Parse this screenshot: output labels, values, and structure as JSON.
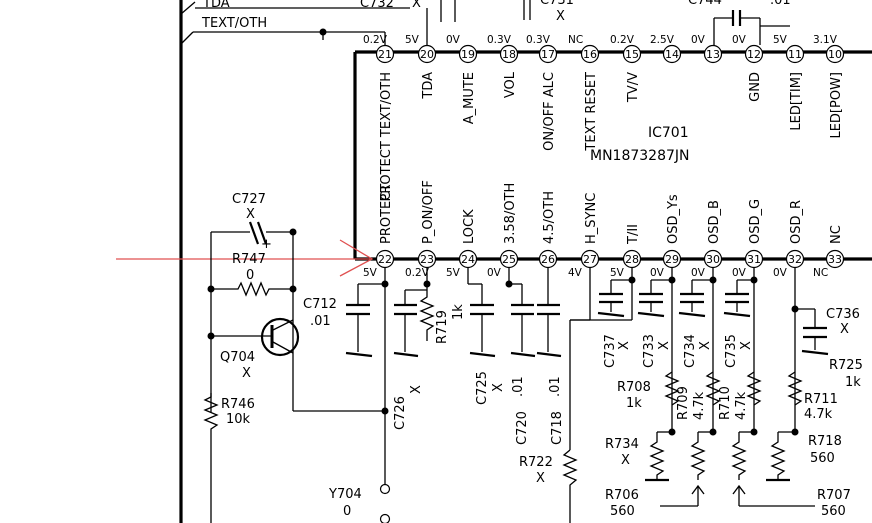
{
  "ic": {
    "name": "IC701",
    "part": "MN1873287JN",
    "top_pins": [
      {
        "num": "21",
        "volt": "0.2V",
        "label": "PROTECT TEXT/OTH"
      },
      {
        "num": "20",
        "volt": "5V",
        "label": "TDA"
      },
      {
        "num": "19",
        "volt": "0V",
        "label": "A_MUTE"
      },
      {
        "num": "18",
        "volt": "0.3V",
        "label": "VOL"
      },
      {
        "num": "17",
        "volt": "0.3V",
        "label": "ON/OFF ALC"
      },
      {
        "num": "16",
        "volt": "NC",
        "label": "TEXT RESET"
      },
      {
        "num": "15",
        "volt": "0.2V",
        "label": "TV/V"
      },
      {
        "num": "14",
        "volt": "2.5V",
        "label": ""
      },
      {
        "num": "13",
        "volt": "0V",
        "label": ""
      },
      {
        "num": "12",
        "volt": "0V",
        "label": "GND"
      },
      {
        "num": "11",
        "volt": "5V",
        "label": "LED[TIM]"
      },
      {
        "num": "10",
        "volt": "3.1V",
        "label": "LED[POW]"
      }
    ],
    "bottom_pins": [
      {
        "num": "22",
        "volt": "5V",
        "label": "PROTECT"
      },
      {
        "num": "23",
        "volt": "0.2V",
        "label": "P_ON/OFF"
      },
      {
        "num": "24",
        "volt": "5V",
        "label": "LOCK"
      },
      {
        "num": "25",
        "volt": "0V",
        "label": "3.58/OTH"
      },
      {
        "num": "26",
        "volt": "",
        "label": "4.5/OTH"
      },
      {
        "num": "27",
        "volt": "4V",
        "label": "H_SYNC"
      },
      {
        "num": "28",
        "volt": "5V",
        "label": "T/II"
      },
      {
        "num": "29",
        "volt": "0V",
        "label": "OSD_Ys"
      },
      {
        "num": "30",
        "volt": "0V",
        "label": "OSD_B"
      },
      {
        "num": "31",
        "volt": "0V",
        "label": "OSD_G"
      },
      {
        "num": "32",
        "volt": "0V",
        "label": "OSD_R"
      },
      {
        "num": "33",
        "volt": "NC",
        "label": "NC"
      }
    ]
  },
  "signals": {
    "tda": "TDA",
    "text_oth": "TEXT/OTH",
    "c732": "C732",
    "c732_val": "X",
    "c731": "C731",
    "c731_val": "X",
    "c744_top": "C744",
    "c744_val": ".01"
  },
  "components": {
    "c727": {
      "ref": "C727",
      "val": "X",
      "plus": "+"
    },
    "r747": {
      "ref": "R747",
      "val": "0"
    },
    "c712": {
      "ref": "C712",
      "val": ".01"
    },
    "q704": {
      "ref": "Q704",
      "val": "X"
    },
    "r746": {
      "ref": "R746",
      "val": "10k"
    },
    "y704": {
      "ref": "Y704",
      "val": "0"
    },
    "r719": {
      "ref": "R719",
      "val": "1k"
    },
    "c726": {
      "ref": "C726",
      "val": "X"
    },
    "c725": {
      "ref": "C725",
      "val": "X"
    },
    "c720": {
      "ref": "C720",
      "val": ".01"
    },
    "c718": {
      "ref": "C718",
      "val": ".01"
    },
    "r722": {
      "ref": "R722",
      "val": "X"
    },
    "c737": {
      "ref": "C737",
      "val": "X"
    },
    "c733": {
      "ref": "C733",
      "val": "X"
    },
    "c734": {
      "ref": "C734",
      "val": "X"
    },
    "c735": {
      "ref": "C735",
      "val": "X"
    },
    "c736": {
      "ref": "C736",
      "val": "X"
    },
    "r725": {
      "ref": "R725",
      "val": "1k"
    },
    "r708": {
      "ref": "R708",
      "val": "1k"
    },
    "r709": {
      "ref": "R709",
      "val": "4.7k"
    },
    "r710": {
      "ref": "R710",
      "val": "4.7k"
    },
    "r711": {
      "ref": "R711",
      "val": "4.7k"
    },
    "r734": {
      "ref": "R734",
      "val": "X"
    },
    "r718": {
      "ref": "R718",
      "val": "560"
    },
    "r706": {
      "ref": "R706",
      "val": "560"
    },
    "r707": {
      "ref": "R707",
      "val": "560"
    }
  },
  "colors": {
    "wire": "#000000",
    "arrow": "#e05050",
    "background": "#ffffff"
  }
}
